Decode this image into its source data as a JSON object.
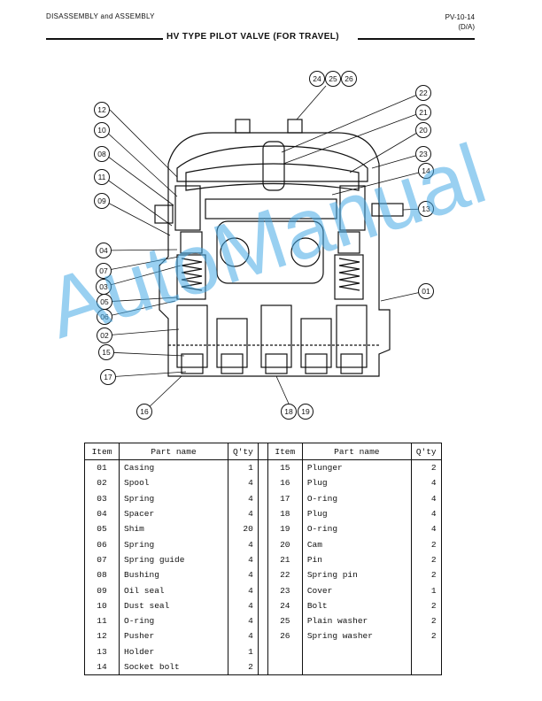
{
  "header": {
    "left": "DISASSEMBLY and ASSEMBLY",
    "right_line1": "PV-10-14",
    "right_line2": "(D/A)"
  },
  "title": "HV TYPE PILOT VALVE (FOR TRAVEL)",
  "watermark": "AutoManual",
  "diagram": {
    "callouts": [
      "01",
      "02",
      "03",
      "04",
      "05",
      "06",
      "07",
      "08",
      "09",
      "10",
      "11",
      "12",
      "13",
      "14",
      "15",
      "16",
      "17",
      "18",
      "19",
      "20",
      "21",
      "22",
      "23",
      "24",
      "25",
      "26"
    ]
  },
  "table": {
    "headers": {
      "item": "Item",
      "part": "Part name",
      "qty": "Q'ty"
    },
    "left": [
      {
        "item": "01",
        "part": "Casing",
        "qty": "1"
      },
      {
        "item": "02",
        "part": "Spool",
        "qty": "4"
      },
      {
        "item": "03",
        "part": "Spring",
        "qty": "4"
      },
      {
        "item": "04",
        "part": "Spacer",
        "qty": "4"
      },
      {
        "item": "05",
        "part": "Shim",
        "qty": "20"
      },
      {
        "item": "06",
        "part": "Spring",
        "qty": "4"
      },
      {
        "item": "07",
        "part": "Spring guide",
        "qty": "4"
      },
      {
        "item": "08",
        "part": "Bushing",
        "qty": "4"
      },
      {
        "item": "09",
        "part": "Oil seal",
        "qty": "4"
      },
      {
        "item": "10",
        "part": "Dust seal",
        "qty": "4"
      },
      {
        "item": "11",
        "part": "O-ring",
        "qty": "4"
      },
      {
        "item": "12",
        "part": "Pusher",
        "qty": "4"
      },
      {
        "item": "13",
        "part": "Holder",
        "qty": "1"
      },
      {
        "item": "14",
        "part": "Socket bolt",
        "qty": "2"
      }
    ],
    "right": [
      {
        "item": "15",
        "part": "Plunger",
        "qty": "2"
      },
      {
        "item": "16",
        "part": "Plug",
        "qty": "4"
      },
      {
        "item": "17",
        "part": "O-ring",
        "qty": "4"
      },
      {
        "item": "18",
        "part": "Plug",
        "qty": "4"
      },
      {
        "item": "19",
        "part": "O-ring",
        "qty": "4"
      },
      {
        "item": "20",
        "part": "Cam",
        "qty": "2"
      },
      {
        "item": "21",
        "part": "Pin",
        "qty": "2"
      },
      {
        "item": "22",
        "part": "Spring pin",
        "qty": "2"
      },
      {
        "item": "23",
        "part": "Cover",
        "qty": "1"
      },
      {
        "item": "24",
        "part": "Bolt",
        "qty": "2"
      },
      {
        "item": "25",
        "part": "Plain washer",
        "qty": "2"
      },
      {
        "item": "26",
        "part": "Spring washer",
        "qty": "2"
      }
    ]
  }
}
